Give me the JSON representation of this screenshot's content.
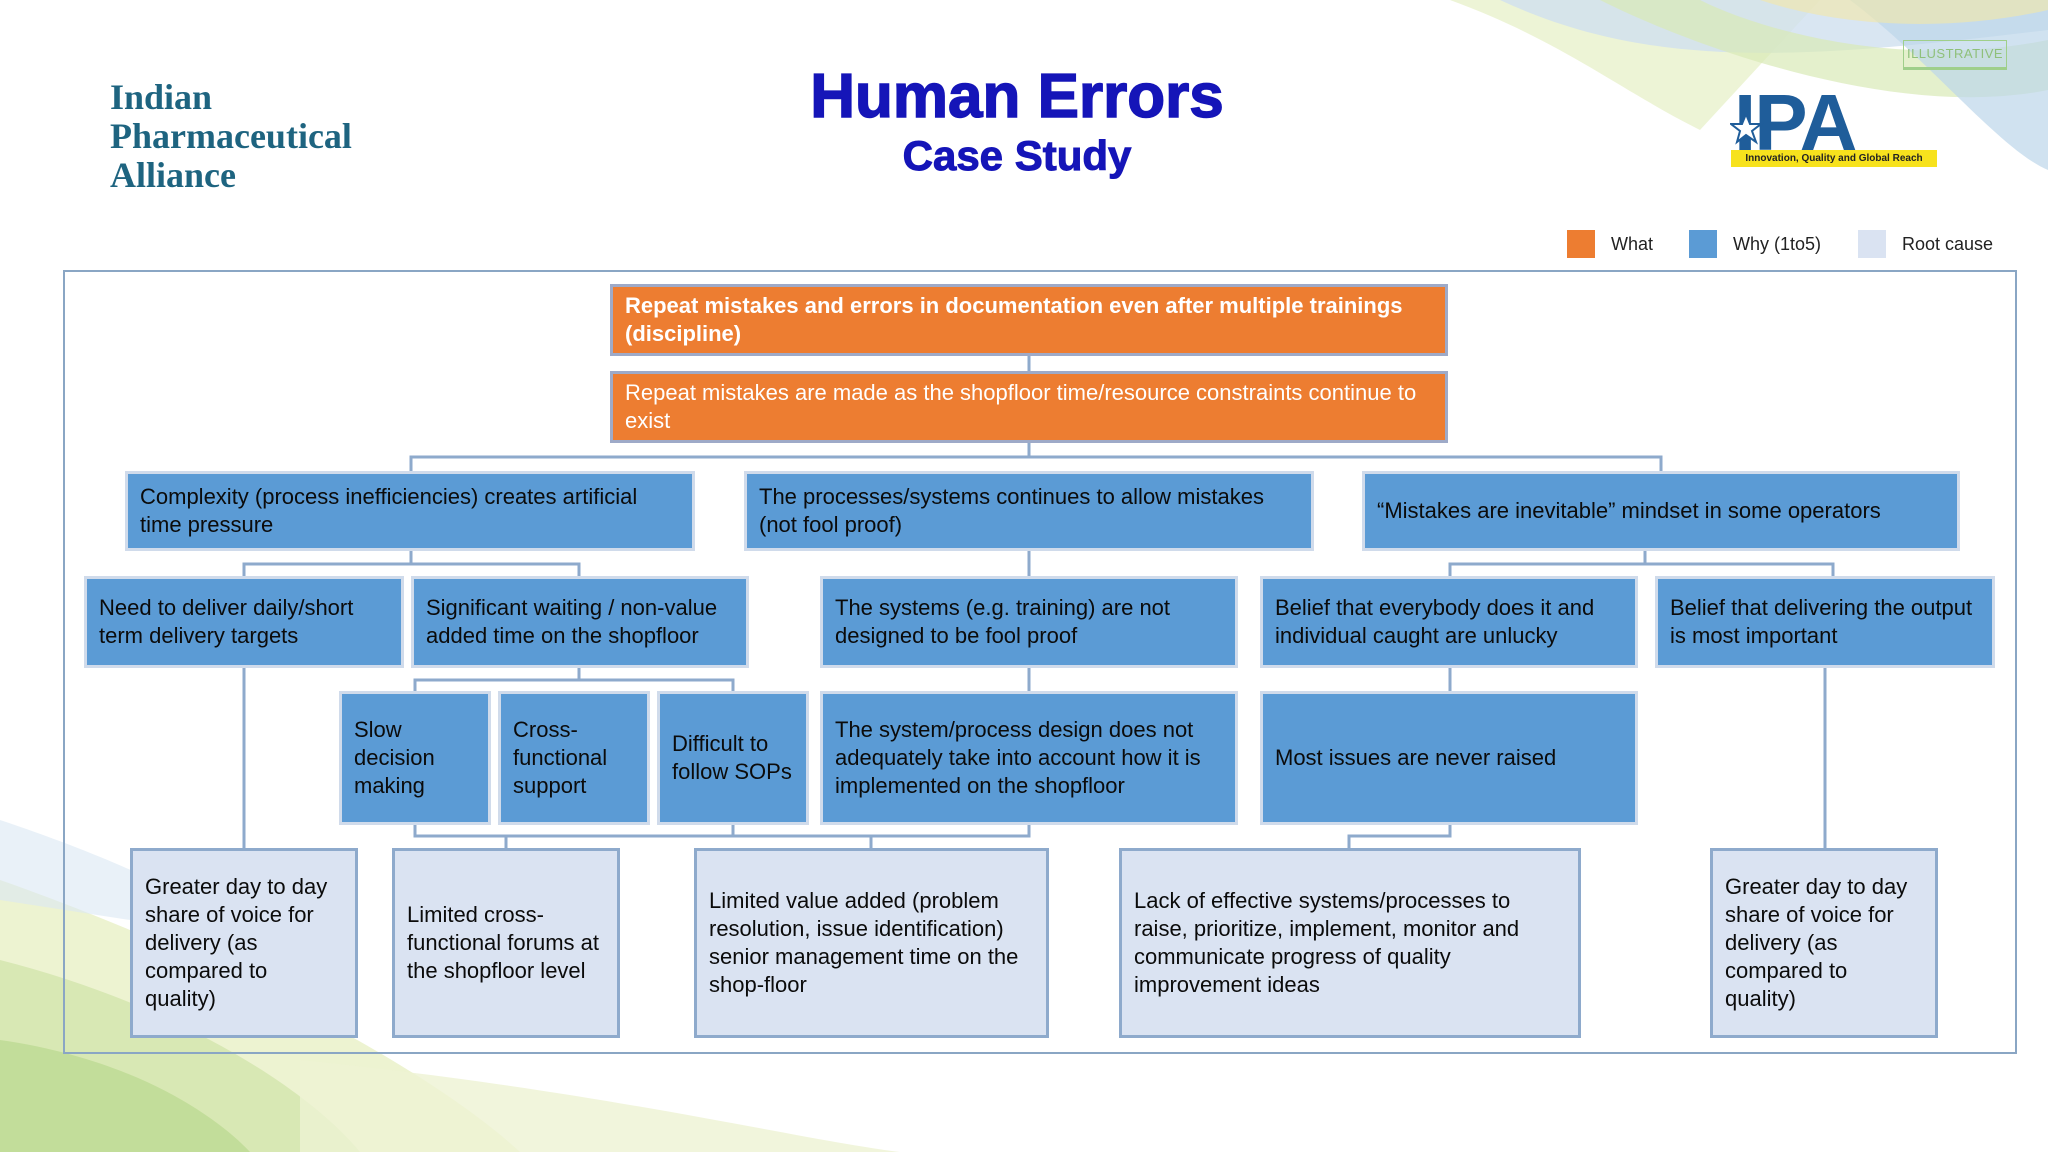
{
  "header": {
    "org_line1": "Indian",
    "org_line2": "Pharmaceutical",
    "org_line3": "Alliance",
    "title": "Human Errors",
    "subtitle": "Case Study",
    "badge": "ILLUSTRATIVE",
    "logo_text": "IPA",
    "logo_tagline": "Innovation, Quality and Global Reach"
  },
  "legend": [
    {
      "label": "What",
      "color": "#ed7d31"
    },
    {
      "label": "Why (1to5)",
      "color": "#5b9bd5"
    },
    {
      "label": "Root cause",
      "color": "#dae3f2"
    }
  ],
  "diagram": {
    "what1": "Repeat mistakes and errors in documentation even after multiple trainings (discipline)",
    "what2": "Repeat mistakes are made as the shopfloor time/resource constraints continue to exist",
    "why_l1": [
      "Complexity (process inefficiencies) creates artificial time pressure",
      "The processes/systems continues to allow mistakes (not fool proof)",
      "“Mistakes are inevitable” mindset in some operators"
    ],
    "why_l2": [
      "Need to deliver daily/short term delivery targets",
      "Significant waiting / non-value added time on the shopfloor",
      "The systems (e.g. training) are not designed to be fool proof",
      "Belief that everybody does it and individual caught are unlucky",
      "Belief that delivering the output is most important"
    ],
    "why_l3": [
      "Slow decision making",
      "Cross-functional support",
      "Difficult to follow SOPs",
      "The system/process design does not adequately take into account how it is implemented on the shopfloor",
      "Most issues are never raised"
    ],
    "root_causes": [
      "Greater day to day share of voice for delivery (as compared to quality)",
      "Limited cross-functional forums at the shopfloor level",
      "Limited value added (problem resolution, issue identification) senior management time on the shop-floor",
      "Lack of effective systems/processes to raise, prioritize, implement, monitor and communicate progress of quality improvement ideas",
      "Greater day to day share of voice for delivery (as compared to quality)"
    ]
  }
}
